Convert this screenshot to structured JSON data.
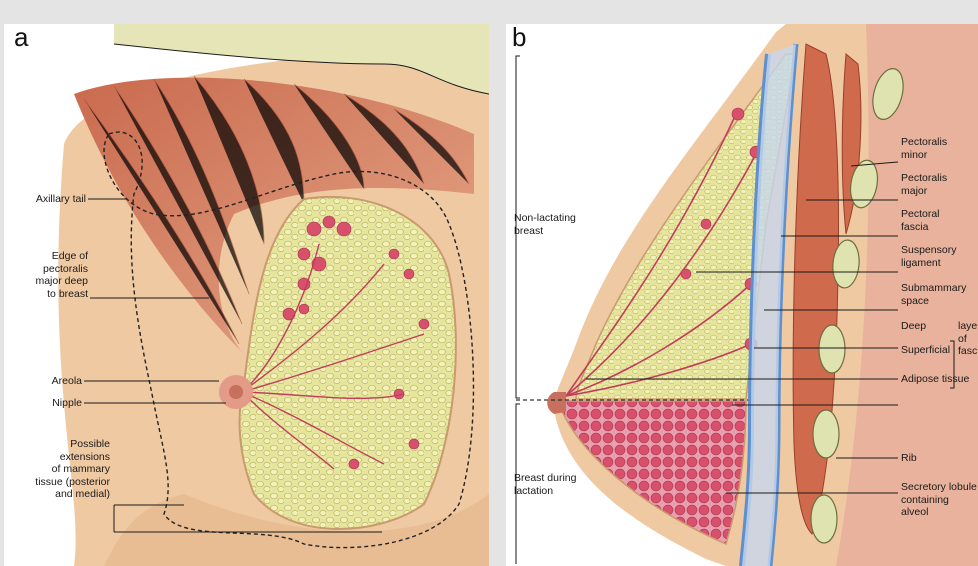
{
  "panel_a": {
    "letter": "a",
    "labels": {
      "axillary_tail": "Axillary tail",
      "edge_pectoralis": "Edge of\npectoralis\nmajor deep\nto breast",
      "areola": "Areola",
      "nipple": "Nipple",
      "extensions": "Possible\nextensions\nof mammary\ntissue (posterior\nand medial)"
    }
  },
  "panel_b": {
    "letter": "b",
    "labels": {
      "non_lactating": "Non-lactating\nbreast",
      "lactation": "Breast during\nlactation",
      "pectoralis_minor": "Pectoralis\nminor",
      "pectoralis_major": "Pectoralis\nmajor",
      "pectoral_fascia": "Pectoral\nfascia",
      "suspensory_ligament": "Suspensory\nligament",
      "submammary_space": "Submammary\nspace",
      "deep": "Deep",
      "superficial": "Superficial",
      "layers_of_fascia": "layer\nof\nfasc",
      "adipose_tissue": "Adipose tissue",
      "rib": "Rib",
      "secretory_lobule": "Secretory lobule\ncontaining alveol"
    }
  },
  "colors": {
    "skin": "#eec9a0",
    "skin_dark": "#d9a77c",
    "muscle": "#d8775a",
    "fat": "#e4e49a",
    "gland": "#d8506b",
    "fascia": "#5f8fcc",
    "bone": "#dfe3b0"
  }
}
